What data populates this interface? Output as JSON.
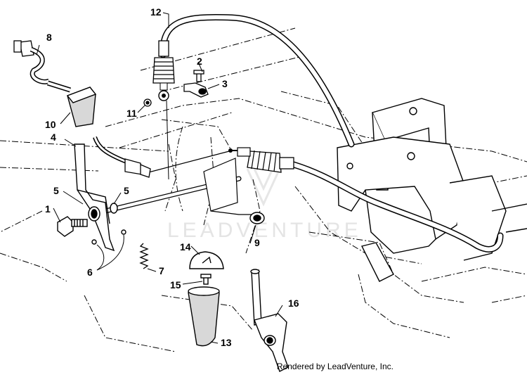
{
  "diagram": {
    "watermark": "LEADVENTURE",
    "credit": "Rendered by LeadVenture, Inc.",
    "callouts": [
      "1",
      "2",
      "3",
      "4",
      "5",
      "5",
      "6",
      "7",
      "8",
      "9",
      "10",
      "11",
      "12",
      "13",
      "14",
      "15",
      "16"
    ]
  }
}
